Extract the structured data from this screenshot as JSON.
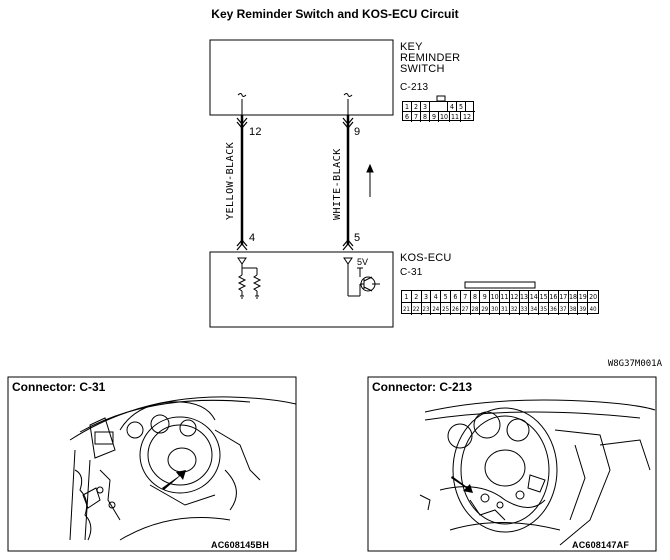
{
  "title": "Key Reminder Switch and KOS-ECU Circuit",
  "key_switch": {
    "name_lines": [
      "KEY",
      "REMINDER",
      "SWITCH"
    ],
    "connector": "C-213",
    "pins_row1": [
      "1",
      "2",
      "3",
      "",
      "4",
      "5"
    ],
    "pins_row2": [
      "6",
      "7",
      "8",
      "9",
      "10",
      "11",
      "12"
    ]
  },
  "wires": [
    {
      "label": "YELLOW-BLACK",
      "top_pin": "12",
      "bottom_pin": "4"
    },
    {
      "label": "WHITE-BLACK",
      "top_pin": "9",
      "bottom_pin": "5"
    }
  ],
  "ecu": {
    "name": "KOS-ECU",
    "connector": "C-31",
    "voltage": "5V",
    "pins_row1": [
      "1",
      "2",
      "3",
      "4",
      "5",
      "6",
      "7",
      "8",
      "9",
      "10",
      "11",
      "12",
      "13",
      "14",
      "15",
      "16",
      "17",
      "18",
      "19",
      "20"
    ],
    "pins_row2": [
      "21",
      "22",
      "23",
      "24",
      "25",
      "26",
      "27",
      "28",
      "29",
      "30",
      "31",
      "32",
      "33",
      "34",
      "35",
      "36",
      "37",
      "38",
      "39",
      "40"
    ]
  },
  "diagram_code": "W8G37M001A",
  "connector_views": [
    {
      "heading": "Connector: C-31",
      "code": "AC608145BH"
    },
    {
      "heading": "Connector: C-213",
      "code": "AC608147AF"
    }
  ]
}
